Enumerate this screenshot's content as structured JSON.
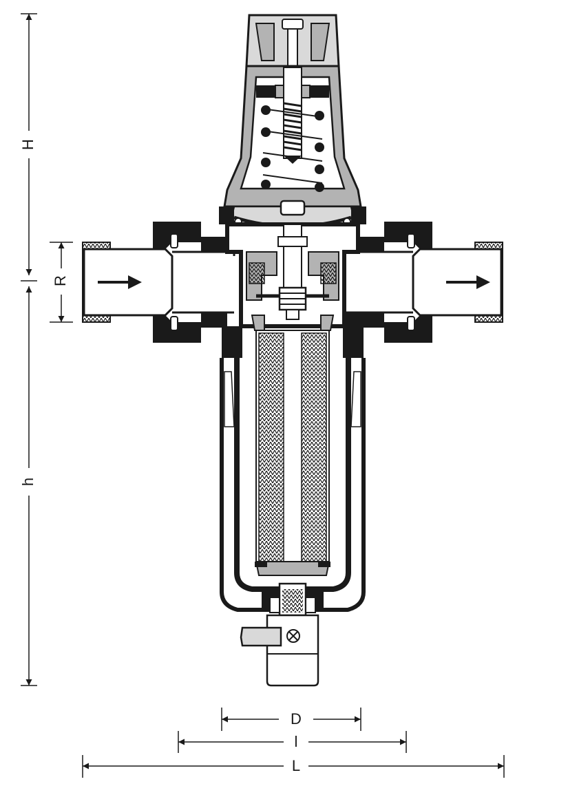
{
  "dimensions": {
    "H": "H",
    "h": "h",
    "R": "R",
    "D": "D",
    "l": "l",
    "L": "L"
  },
  "colors": {
    "ink": "#1a1a1a",
    "body_gray": "#b3b3b3",
    "light_gray": "#d9d9d9",
    "background": "#ffffff"
  },
  "icons": {
    "flow_in": "arrow-right-icon",
    "flow_out": "arrow-right-icon",
    "drain_valve": "cross-circle-icon"
  }
}
